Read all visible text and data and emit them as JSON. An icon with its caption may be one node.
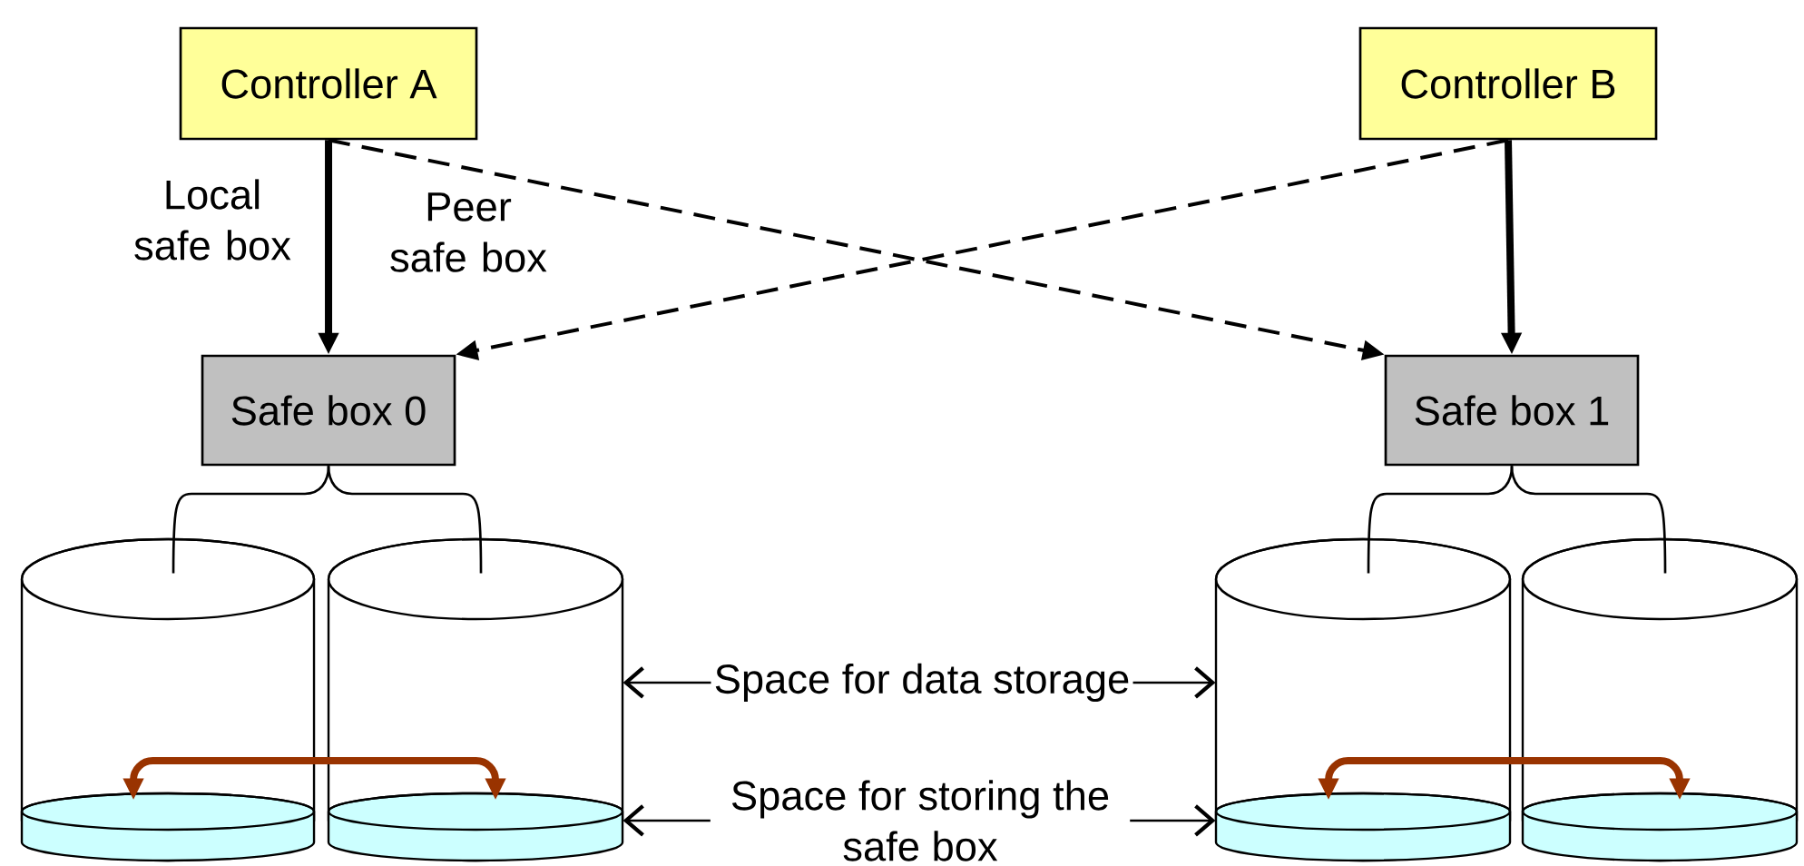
{
  "diagram": {
    "nodes": [
      {
        "text": [
          "Controller A"
        ]
      },
      {
        "text": [
          "Controller B"
        ]
      },
      {
        "text": [
          "Safe box 0"
        ]
      },
      {
        "text": [
          "Safe box 1"
        ]
      },
      {
        "text": [],
        "shape": "cylinder"
      },
      {
        "text": [],
        "shape": "cylinder"
      },
      {
        "text": [],
        "shape": "cylinder"
      },
      {
        "text": [],
        "shape": "cylinder"
      },
      {
        "text": [],
        "shape": "cylinder",
        "in": 4
      },
      {
        "text": [],
        "shape": "cylinder",
        "in": 5
      },
      {
        "text": [],
        "shape": "cylinder",
        "in": 6
      },
      {
        "text": [],
        "shape": "cylinder",
        "in": 7
      },
      {
        "text": [
          "Space for data storage"
        ]
      },
      {
        "text": [
          "Space for storing the safe box"
        ]
      }
    ],
    "edges": [
      {
        "from": 0,
        "to": 2,
        "arrow": "to",
        "style": "thick",
        "label": "Local safe box"
      },
      {
        "from": 0,
        "to": 3,
        "arrow": "to",
        "style": "dashed",
        "label": "Peer safe box"
      },
      {
        "from": 1,
        "to": 2,
        "arrow": "to",
        "style": "dashed"
      },
      {
        "from": 1,
        "to": 3,
        "arrow": "to",
        "style": "thick"
      },
      {
        "from": 2,
        "to": 4,
        "arrow": "none"
      },
      {
        "from": 2,
        "to": 5,
        "arrow": "none"
      },
      {
        "from": 3,
        "to": 6,
        "arrow": "none"
      },
      {
        "from": 3,
        "to": 7,
        "arrow": "none"
      },
      {
        "from": 8,
        "to": 9,
        "arrow": "both",
        "style": "thick",
        "color": "#993300"
      },
      {
        "from": 10,
        "to": 11,
        "arrow": "both",
        "style": "thick",
        "color": "#993300"
      },
      {
        "from": 12,
        "to": 5,
        "arrow": "to"
      },
      {
        "from": 12,
        "to": 6,
        "arrow": "to"
      },
      {
        "from": 13,
        "to": 9,
        "arrow": "to"
      },
      {
        "from": 13,
        "to": 10,
        "arrow": "to"
      }
    ]
  }
}
